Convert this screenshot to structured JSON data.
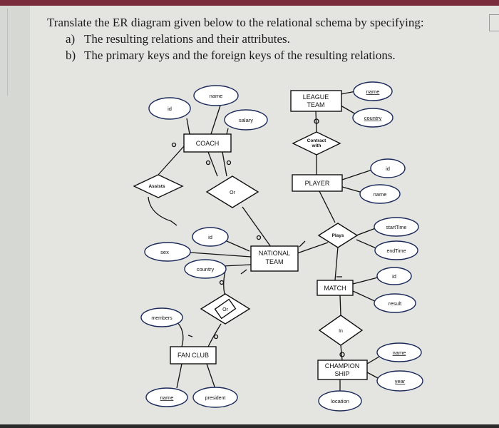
{
  "question": {
    "line1": "Translate the ER diagram given below to the relational schema by specifying:",
    "line2_marker": "a)",
    "line2": "The resulting relations and their attributes.",
    "line3_marker": "b)",
    "line3": "The primary keys and the foreign keys of the resulting relations."
  },
  "diagram": {
    "entities": {
      "coach": "COACH",
      "league_team_1": "LEAGUE",
      "league_team_2": "TEAM",
      "player": "PLAYER",
      "national_team_1": "NATIONAL",
      "national_team_2": "TEAM",
      "match": "MATCH",
      "fan_club": "FAN CLUB",
      "championship_1": "CHAMPION",
      "championship_2": "SHIP"
    },
    "relationships": {
      "assists": "Assists",
      "or_coach": "Or",
      "contract_1": "Contract",
      "contract_2": "with",
      "plays": "Plays",
      "or_fanclub": "Or",
      "in": "In"
    },
    "attributes": {
      "coach_name": "name",
      "coach_id": "id",
      "coach_salary": "salary",
      "league_name": "name",
      "league_country": "country",
      "player_id": "id",
      "player_name": "name",
      "plays_start": "startTime",
      "plays_end": "endTime",
      "national_id": "id",
      "national_sex": "sex",
      "national_country": "country",
      "match_id": "id",
      "match_result": "result",
      "fan_members": "members",
      "fan_name": "name",
      "fan_president": "president",
      "champ_name": "name",
      "champ_year": "year",
      "champ_location": "location"
    }
  },
  "colors": {
    "background": "#e4e4e1",
    "border_ellipse": "#1c2a5a",
    "ink": "#111111",
    "accent_bar": "#7a2b3c"
  }
}
